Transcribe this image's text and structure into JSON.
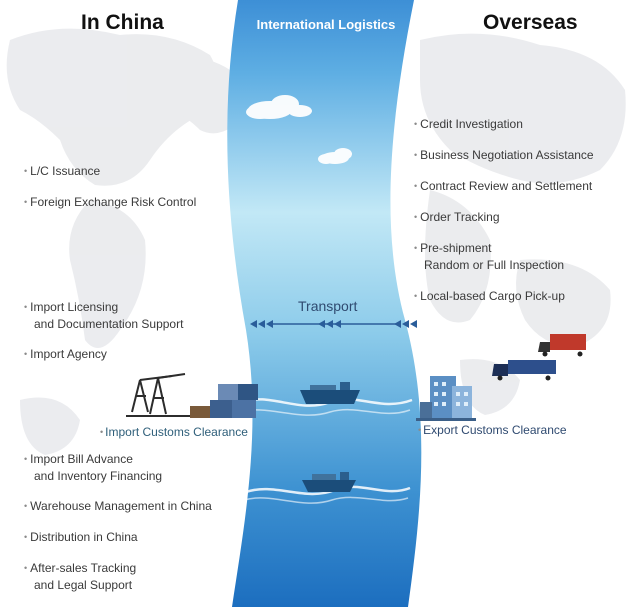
{
  "titles": {
    "left": "In China",
    "center": "International Logistics",
    "right": "Overseas"
  },
  "left_services": [
    {
      "line1": "L/C Issuance",
      "line2": ""
    },
    {
      "line1": "Foreign Exchange Risk Control",
      "line2": ""
    },
    {
      "line1": "Import Licensing",
      "line2": "and Documentation Support"
    },
    {
      "line1": "Import Agency",
      "line2": ""
    },
    {
      "line1": "Import Bill Advance",
      "line2": "and Inventory Financing"
    },
    {
      "line1": "Warehouse Management in China",
      "line2": ""
    },
    {
      "line1": "Distribution in China",
      "line2": ""
    },
    {
      "line1": "After-sales Tracking",
      "line2": "and Legal Support"
    }
  ],
  "right_services": [
    {
      "line1": "Credit Investigation",
      "line2": ""
    },
    {
      "line1": "Business Negotiation Assistance",
      "line2": ""
    },
    {
      "line1": "Contract Review and Settlement",
      "line2": ""
    },
    {
      "line1": "Order Tracking",
      "line2": ""
    },
    {
      "line1": "Pre-shipment",
      "line2": "Random or Full Inspection"
    },
    {
      "line1": "Local-based Cargo Pick-up",
      "line2": ""
    }
  ],
  "transport_label": "Transport",
  "import_customs": "Import Customs Clearance",
  "export_customs": "Export Customs Clearance",
  "colors": {
    "band_top": "#3d8fd6",
    "band_mid": "#b8e4f4",
    "band_bottom": "#1f72c4",
    "arrow": "#2a5d9a",
    "map": "#e8e9ec"
  },
  "icons": [
    "bullet-dot-icon",
    "cloud-icon",
    "ship-icon",
    "truck-icon",
    "port-crane-icon",
    "shipping-container-icon",
    "office-building-icon",
    "arrowhead-icon"
  ]
}
